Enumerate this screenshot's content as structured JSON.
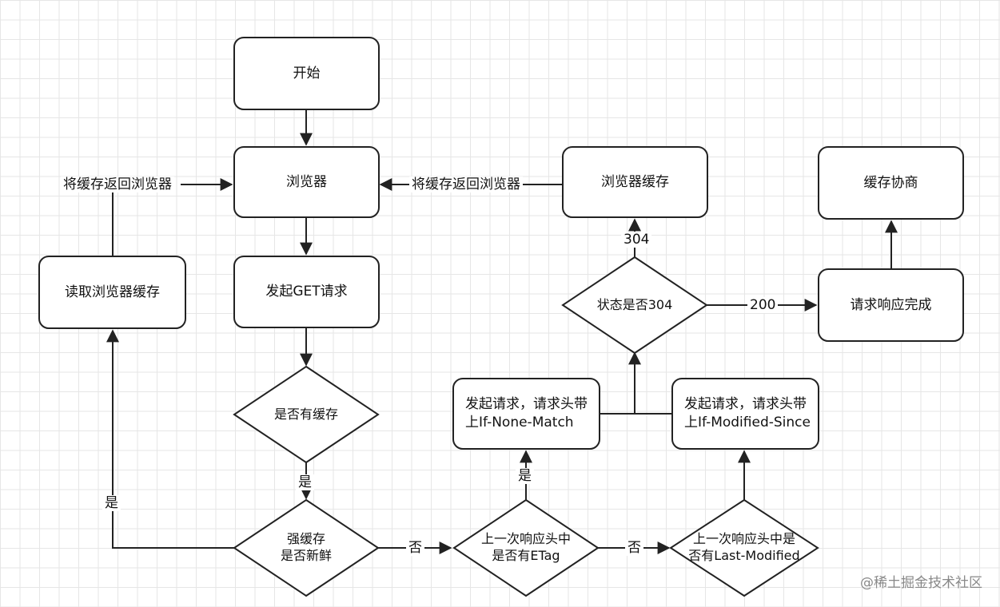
{
  "nodes": {
    "start": "开始",
    "browser": "浏览器",
    "get_request": "发起GET请求",
    "read_cache": "读取浏览器缓存",
    "browser_cache": "浏览器缓存",
    "negotiate": "缓存协商",
    "request_complete": "请求响应完成",
    "if_none_match": "发起请求，请求头带\n上If-None-Match",
    "if_modified_since": "发起请求，请求头带\n上If-Modified-Since"
  },
  "decisions": {
    "has_cache": "是否有缓存",
    "fresh": "强缓存\n是否新鲜",
    "etag": "上一次响应头中\n是否有ETag",
    "last_modified": "上一次响应头中是\n否有Last-Modified",
    "status_304": "状态是否304"
  },
  "edge_labels": {
    "return_left": "将缓存返回浏览器",
    "return_right": "将缓存返回浏览器",
    "yes_cache": "是",
    "yes_fresh": "是",
    "no_fresh": "否",
    "yes_etag": "是",
    "no_etag": "否",
    "code_304": "304",
    "code_200": "200"
  },
  "watermark": "@稀土掘金技术社区",
  "colors": {
    "stroke": "#222222",
    "grid": "#e6e6e6",
    "watermark": "#888888"
  }
}
